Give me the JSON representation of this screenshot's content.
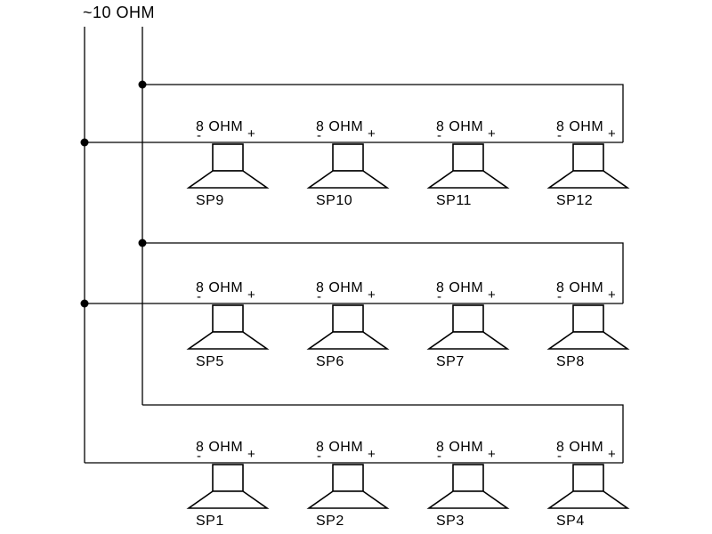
{
  "title": "~10 OHM",
  "polarity": {
    "minus": "-",
    "plus": "+"
  },
  "rows": [
    {
      "speakers": [
        {
          "name": "SP9",
          "impedance": "8 OHM"
        },
        {
          "name": "SP10",
          "impedance": "8 OHM"
        },
        {
          "name": "SP11",
          "impedance": "8 OHM"
        },
        {
          "name": "SP12",
          "impedance": "8 OHM"
        }
      ]
    },
    {
      "speakers": [
        {
          "name": "SP5",
          "impedance": "8 OHM"
        },
        {
          "name": "SP6",
          "impedance": "8 OHM"
        },
        {
          "name": "SP7",
          "impedance": "8 OHM"
        },
        {
          "name": "SP8",
          "impedance": "8 OHM"
        }
      ]
    },
    {
      "speakers": [
        {
          "name": "SP1",
          "impedance": "8 OHM"
        },
        {
          "name": "SP2",
          "impedance": "8 OHM"
        },
        {
          "name": "SP3",
          "impedance": "8 OHM"
        },
        {
          "name": "SP4",
          "impedance": "8 OHM"
        }
      ]
    }
  ],
  "colors": {
    "line": "#000000",
    "background": "#ffffff",
    "text": "#000000"
  }
}
